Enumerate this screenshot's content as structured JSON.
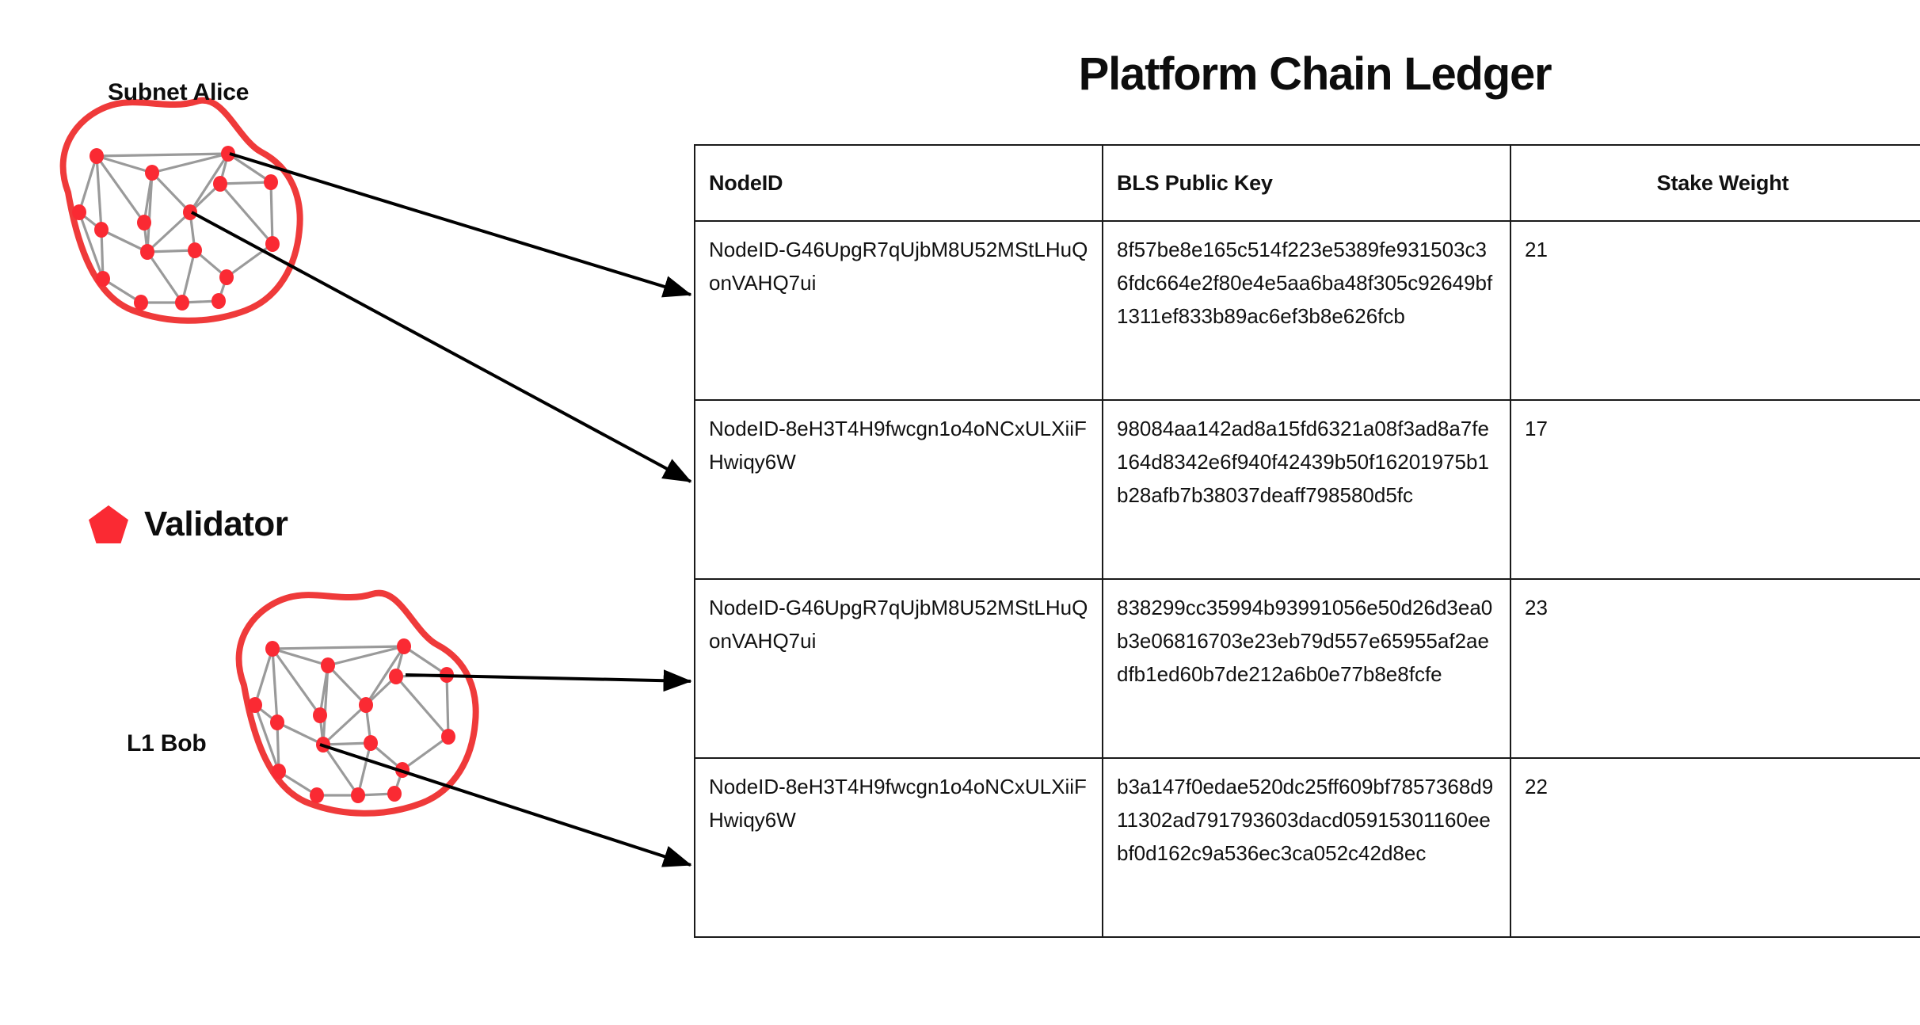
{
  "title": "Platform Chain Ledger",
  "diagram": {
    "subnet_label": "Subnet Alice",
    "l1_label": "L1 Bob",
    "legend": {
      "icon": "pentagon-icon",
      "label": "Validator",
      "color": "#fa2a33"
    },
    "blob_outline_color": "#ef3a3a",
    "node_color": "#fa2a33",
    "edge_color": "#9a9a9a",
    "arrow_color": "#000000",
    "arrow_count": 4
  },
  "table": {
    "columns": [
      "NodeID",
      "BLS Public Key",
      "Stake Weight"
    ],
    "rows": [
      {
        "nodeid": "NodeID-G46UpgR7qUjbM8U52MStLHuQonVAHQ7ui",
        "bls": "8f57be8e165c514f223e5389fe931503c36fdc664e2f80e4e5aa6ba48f305c92649bf1311ef833b89ac6ef3b8e626fcb",
        "stake": "21"
      },
      {
        "nodeid": "NodeID-8eH3T4H9fwcgn1o4oNCxULXiiFHwiqy6W",
        "bls": "98084aa142ad8a15fd6321a08f3ad8a7fe164d8342e6f940f42439b50f16201975b1b28afb7b38037deaff798580d5fc",
        "stake": "17"
      },
      {
        "nodeid": "NodeID-G46UpgR7qUjbM8U52MStLHuQonVAHQ7ui",
        "bls": "838299cc35994b93991056e50d26d3ea0b3e06816703e23eb79d557e65955af2aedfb1ed60b7de212a6b0e77b8e8fcfe",
        "stake": "23"
      },
      {
        "nodeid": "NodeID-8eH3T4H9fwcgn1o4oNCxULXiiFHwiqy6W",
        "bls": "b3a147f0edae520dc25ff609bf7857368d911302ad791793603dacd05915301160eebf0d162c9a536ec3ca052c42d8ec",
        "stake": "22"
      }
    ]
  }
}
